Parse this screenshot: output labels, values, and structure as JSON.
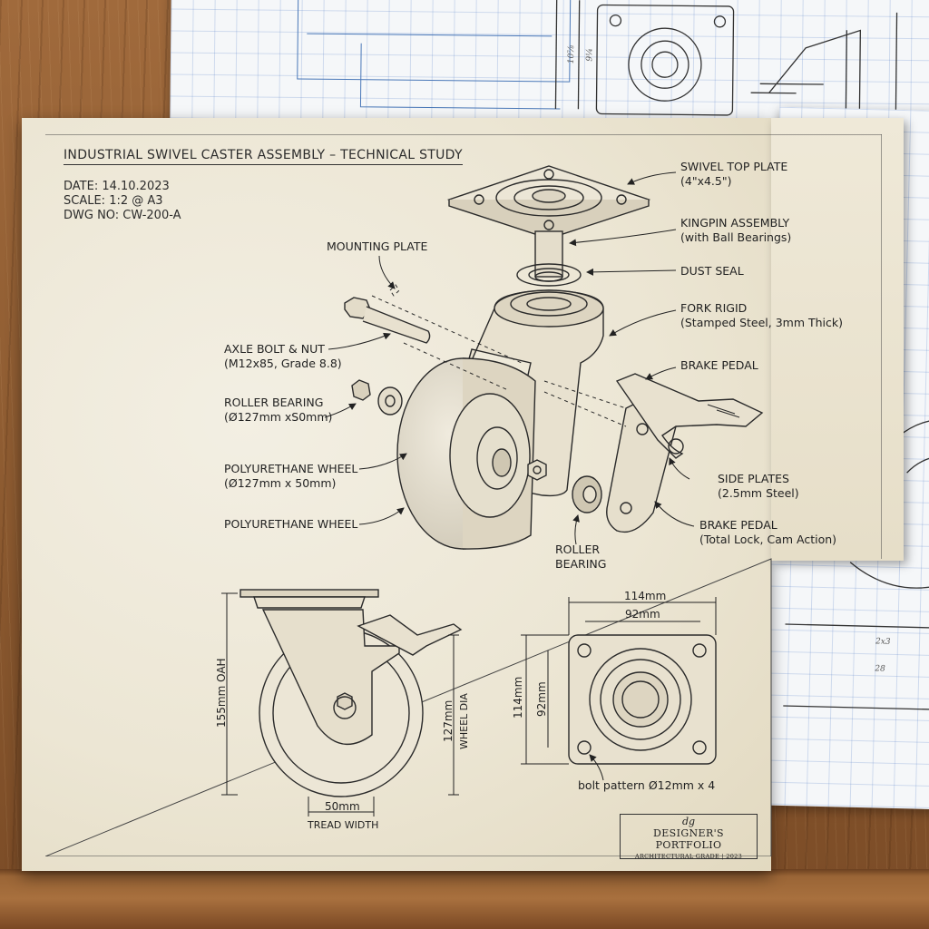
{
  "title": "INDUSTRIAL SWIVEL CASTER ASSEMBLY – TECHNICAL STUDY",
  "meta": {
    "date": "DATE: 14.10.2023",
    "scale": "SCALE: 1:2 @ A3",
    "dwg": "DWG NO: CW-200-A"
  },
  "labels": {
    "swivel_top_plate": "SWIVEL TOP PLATE",
    "swivel_top_plate_sub": "(4\"x4.5\")",
    "kingpin": "KINGPIN ASSEMBLY",
    "kingpin_sub": "(with Ball Bearings)",
    "dust_seal": "DUST SEAL",
    "fork": "FORK RIGID",
    "fork_sub": "(Stamped Steel, 3mm Thick)",
    "brake_pedal": "BRAKE PEDAL",
    "side_plates": "SIDE PLATES",
    "side_plates_sub": "(2.5mm Steel)",
    "brake_pedal_2": "BRAKE PEDAL",
    "brake_pedal_2_sub": "(Total Lock, Cam Action)",
    "roller_bearing_bottom": "ROLLER",
    "roller_bearing_bottom_2": "BEARING",
    "mounting_plate": "MOUNTING PLATE",
    "axle_bolt": "AXLE BOLT & NUT",
    "axle_bolt_sub": "(M12x85, Grade 8.8)",
    "roller_bearing": "ROLLER BEARING",
    "roller_bearing_sub": "(Ø127mm xS0mm)",
    "pu_wheel": "POLYURETHANE WHEEL",
    "pu_wheel_sub": "(Ø127mm x 50mm)",
    "pu_wheel_2": "POLYURETHANE WHEEL"
  },
  "side_view": {
    "height": "155mm OAH",
    "wheel_dia": "127mm",
    "wheel_dia_label": "WHEEL DIA",
    "tread": "50mm",
    "tread_label": "TREAD WIDTH"
  },
  "top_view": {
    "outer_w": "114mm",
    "inner_w": "92mm",
    "outer_h": "114mm",
    "inner_h": "92mm",
    "bolt_pattern": "bolt pattern Ø12mm x 4"
  },
  "stamp": {
    "signature": "dg",
    "name": "DESIGNER'S PORTFOLIO",
    "sub": "ARCHITECTURAL GRADE | 2023"
  },
  "background_sheets": {
    "dims": [
      "10⅞",
      "9¼",
      "2x3",
      "28"
    ]
  }
}
